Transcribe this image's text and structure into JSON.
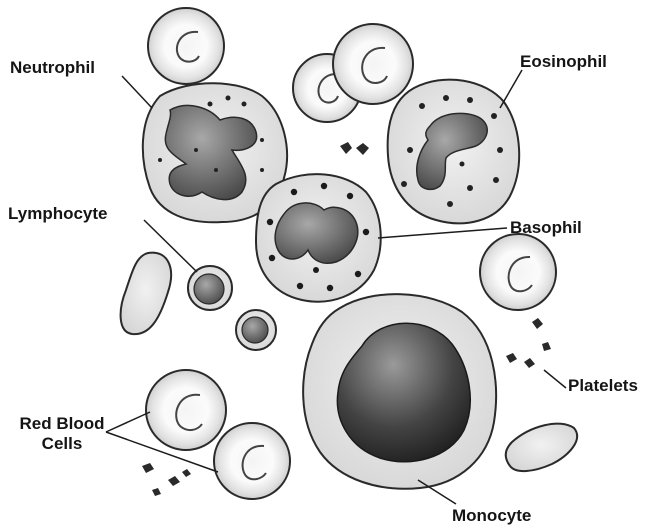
{
  "labels": {
    "neutrophil": "Neutrophil",
    "eosinophil": "Eosinophil",
    "lymphocyte": "Lymphocyte",
    "basophil": "Basophil",
    "platelets": "Platelets",
    "red_blood_cells_line1": "Red Blood",
    "red_blood_cells_line2": "Cells",
    "monocyte": "Monocyte"
  },
  "colors": {
    "background": "#ffffff",
    "ink": "#1c1c1c",
    "cell_fill": "#e9e9e9",
    "nucleus_fill": "#6f6f6f",
    "monocyte_nucleus": "#3a3a3a"
  }
}
